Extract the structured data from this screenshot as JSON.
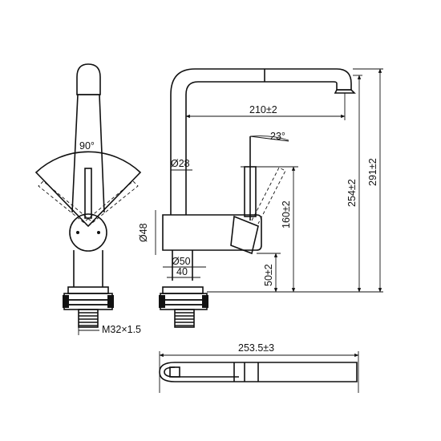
{
  "front_view": {
    "angle_label": "90°",
    "thread_label": "M32×1.5"
  },
  "side_view": {
    "spout_reach_label": "210±2",
    "lever_angle_label": "23°",
    "spout_diameter_label": "Ø28",
    "body_diameter_label": "Ø48",
    "base_diameter_label": "Ø50",
    "base_width_label": "40",
    "lever_height_label": "160±2",
    "spout_height_label": "254±2",
    "total_height_label": "291±2",
    "base_height_label": "50±2"
  },
  "top_view": {
    "length_label": "253.5±3"
  }
}
